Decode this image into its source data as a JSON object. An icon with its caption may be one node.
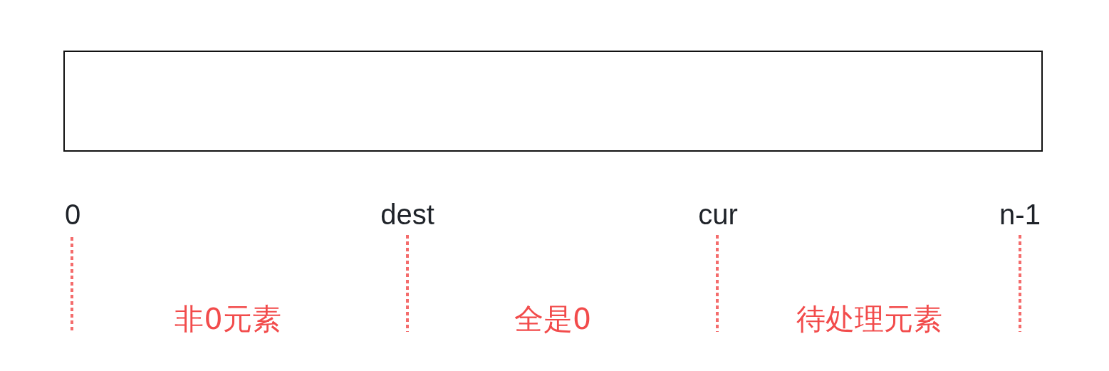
{
  "diagram": {
    "nodes": [
      {
        "text": [],
        "shape": "box"
      }
    ],
    "labels": [
      "0",
      "dest",
      "cur",
      "n-1",
      "非0元素",
      "全是0",
      "待处理元素"
    ]
  }
}
